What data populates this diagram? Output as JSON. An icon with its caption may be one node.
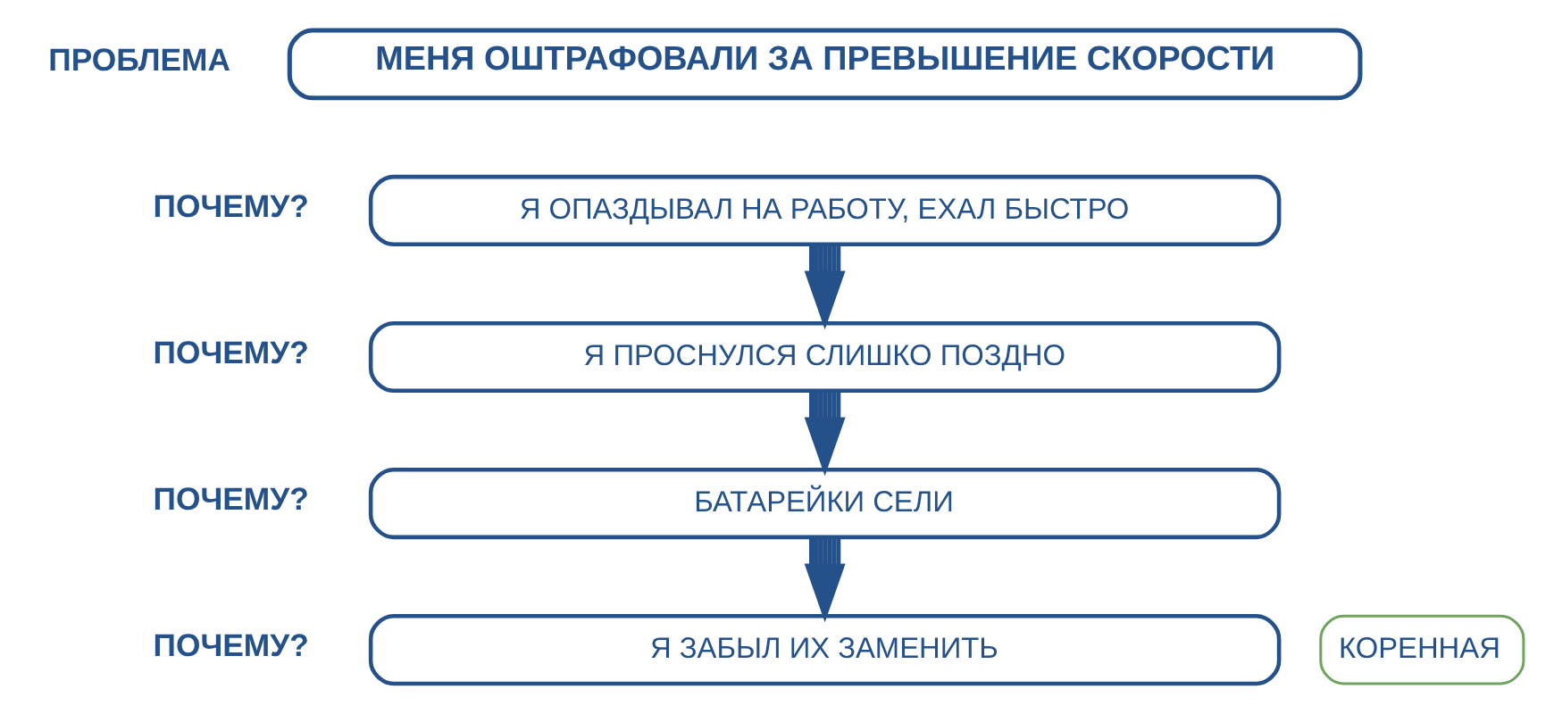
{
  "diagram": {
    "nodes": [
      {
        "text": [
          "МЕНЯ ОШТРАФОВАЛИ ЗА ПРЕВЫШЕНИЕ СКОРОСТИ"
        ],
        "beside": [
          "ПРОБЛЕМА"
        ]
      },
      {
        "text": [
          "Я ОПАЗДЫВАЛ НА РАБОТУ, ЕХАЛ БЫСТРО"
        ],
        "beside": [
          "ПОЧЕМУ?"
        ]
      },
      {
        "text": [
          "Я ПРОСНУЛСЯ СЛИШКО ПОЗДНО"
        ],
        "beside": [
          "ПОЧЕМУ?"
        ]
      },
      {
        "text": [
          "БАТАРЕЙКИ СЕЛИ"
        ],
        "beside": [
          "ПОЧЕМУ?"
        ]
      },
      {
        "text": [
          "Я ЗАБЫЛ ИХ ЗАМЕНИТЬ"
        ],
        "beside": [
          "ПОЧЕМУ?"
        ]
      },
      {
        "text": [
          "КОРЕННАЯ"
        ]
      }
    ],
    "edges": [
      {
        "from": 1,
        "to": 2,
        "arrow": "to"
      },
      {
        "from": 2,
        "to": 3,
        "arrow": "to"
      },
      {
        "from": 3,
        "to": 4,
        "arrow": "to"
      }
    ]
  }
}
